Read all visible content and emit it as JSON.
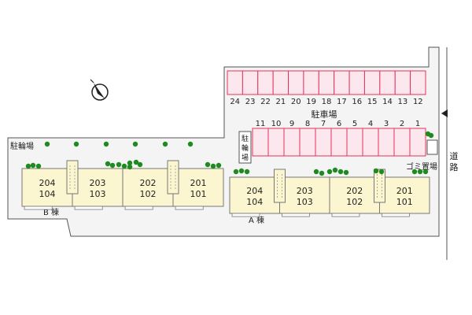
{
  "labels": {
    "parking_lot": "駐車場",
    "bicycle_parking": "駐輪場",
    "motorbike_parking": [
      "駐",
      "輪",
      "場"
    ],
    "garbage_area": "ゴミ置場",
    "road": [
      "道",
      "路"
    ],
    "building_a": "A 棟",
    "building_b": "B 棟"
  },
  "parking_top_row": [
    "24",
    "23",
    "22",
    "21",
    "20",
    "19",
    "18",
    "17",
    "16",
    "15",
    "14",
    "13",
    "12"
  ],
  "parking_bottom_row": [
    "11",
    "10",
    "9",
    "8",
    "7",
    "6",
    "5",
    "4",
    "3",
    "2",
    "1"
  ],
  "building_b_units": [
    {
      "upper": "204",
      "lower": "104"
    },
    {
      "upper": "203",
      "lower": "103"
    },
    {
      "upper": "202",
      "lower": "102"
    },
    {
      "upper": "201",
      "lower": "101"
    }
  ],
  "building_a_units": [
    {
      "upper": "204",
      "lower": "104"
    },
    {
      "upper": "203",
      "lower": "103"
    },
    {
      "upper": "202",
      "lower": "102"
    },
    {
      "upper": "201",
      "lower": "101"
    }
  ],
  "colors": {
    "lot_fill": "#f4f4f4",
    "lot_stroke": "#555555",
    "parking_fill": "#fde7ee",
    "parking_stroke": "#e2335c",
    "unit_fill": "#fbf6cf",
    "unit_stroke": "#777777",
    "tree": "#1f8a1f"
  },
  "icons": {
    "compass": "north-arrow-icon",
    "entrance": "entrance-arrow-icon"
  }
}
